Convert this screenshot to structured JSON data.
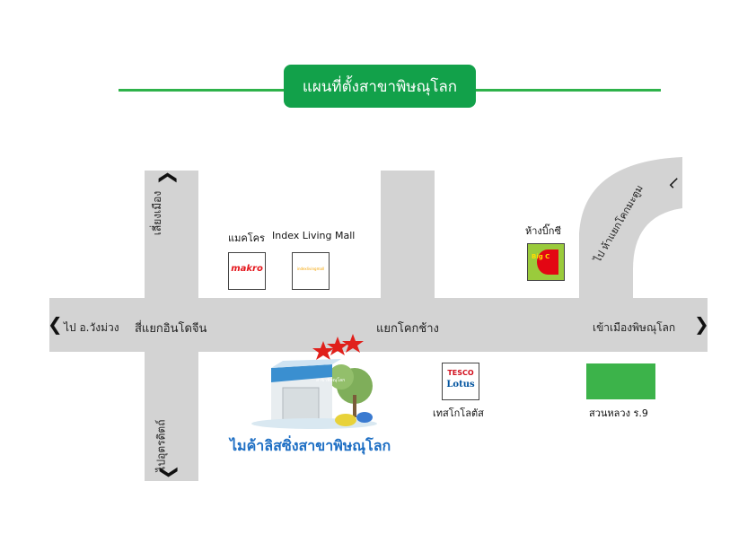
{
  "title": "แผนที่ตั้งสาขาพิษณุโลก",
  "roads": {
    "left_end": "ไป อ.วังม่วง",
    "intersection_left": "สี่แยกอินโดจีน",
    "intersection_center": "แยกโคกช้าง",
    "right_end": "เข้าเมืองพิษณุโลก",
    "top_left": "เลี่ยงเมือง",
    "bottom_left": "ไปอุตรดิตถ์",
    "curve": "ไป ห้าแยกโคกมะตูม"
  },
  "places": {
    "makro": "แมคโคร",
    "makro_logo": "makro",
    "index": "Index Living Mall",
    "index_logo": "indexlivingmall",
    "bigc": "ห้างบิ๊กซี",
    "bigc_logo": "Big C",
    "tesco": "เทสโกโลตัส",
    "tesco_logo_top": "TESCO",
    "tesco_logo_bottom": "Lotus",
    "park": "สวนหลวง ร.9",
    "store": "ไมค้าลิสซิ่งสาขาพิษณุโลก",
    "store_sign": "สาขาพิษณุโลก"
  },
  "colors": {
    "road": "#d3d3d3",
    "title_bg": "#12a14a",
    "park": "#3cb34a",
    "star": "#e0201b",
    "store_label": "#1e6fc4"
  }
}
